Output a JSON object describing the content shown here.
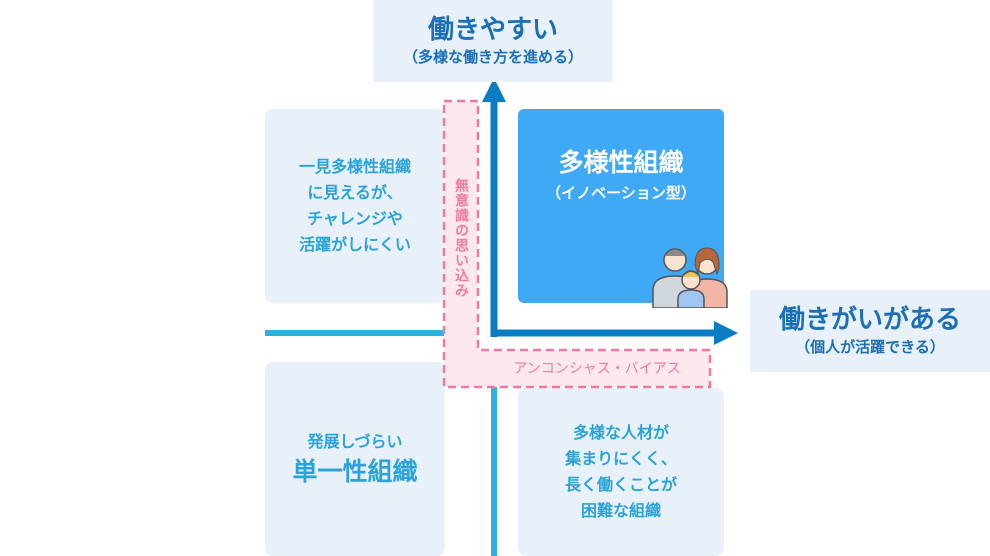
{
  "axes": {
    "vertical": {
      "main": "働きやすい",
      "sub": "（多様な働き方を進める）"
    },
    "horizontal": {
      "main": "働きがいがある",
      "sub": "（個人が活躍できる）"
    }
  },
  "quadrants": {
    "top_left": {
      "lines": [
        "一見多様性組織",
        "に見えるが、",
        "チャレンジや",
        "活躍がしにくい"
      ]
    },
    "top_right": {
      "title": "多様性組織",
      "subtitle": "（イノベーション型）"
    },
    "bottom_left": {
      "line": "発展しづらい",
      "title": "単一性組織"
    },
    "bottom_right": {
      "lines": [
        "多様な人材が",
        "集まりにくく、",
        "長く働くことが",
        "困難な組織"
      ]
    }
  },
  "barriers": {
    "vertical_label": "無意識の思い込み",
    "horizontal_label": "アンコンシャス・バイアス"
  },
  "colors": {
    "axis_blue": "#0a7cc4",
    "axis_light": "#2eb0e6",
    "pink": "#ef7aa0",
    "quadrant_bg": "#e8f1f9",
    "highlight": "#3fa9f5"
  },
  "icons": [
    "family-icon"
  ]
}
